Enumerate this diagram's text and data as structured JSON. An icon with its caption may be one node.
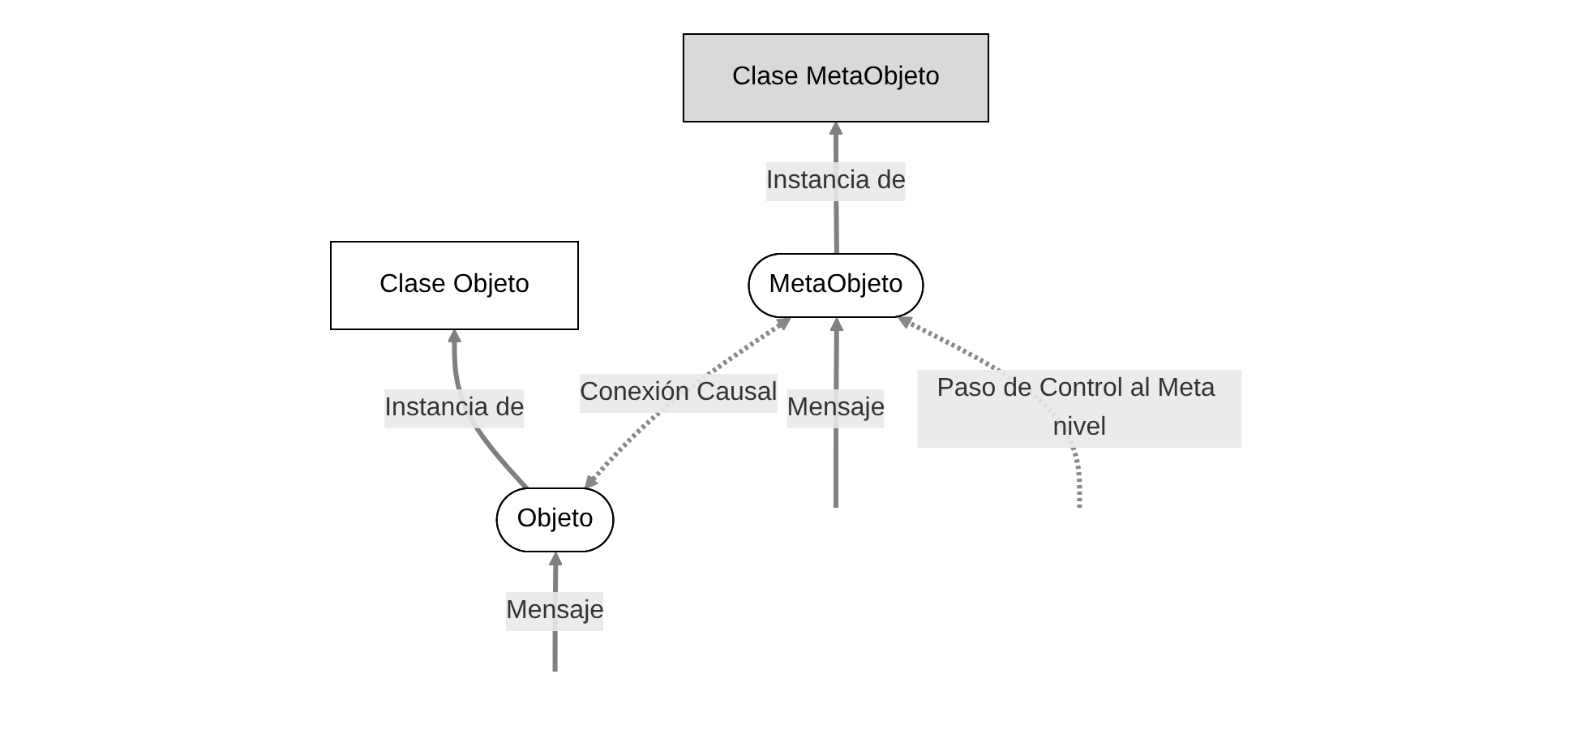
{
  "diagram": {
    "nodes": [
      {
        "text": [
          "Clase MetaObjeto"
        ]
      },
      {
        "text": [
          "Clase Objeto"
        ]
      },
      {
        "text": [
          "MetaObjeto"
        ]
      },
      {
        "text": [
          "Objeto"
        ]
      }
    ],
    "edges": [
      {
        "from": 2,
        "to": 0,
        "arrow": "to",
        "label": "Instancia de"
      },
      {
        "from": 3,
        "to": 1,
        "arrow": "to",
        "label": "Instancia de"
      },
      {
        "from": 3,
        "to": 2,
        "arrow": "both",
        "label": "Conexión Causal",
        "style": "dashed"
      },
      {
        "from": null,
        "to": 2,
        "arrow": "to",
        "label": "Mensaje"
      },
      {
        "from": null,
        "to": 2,
        "arrow": "to",
        "label": "Paso de Control al Meta nivel",
        "style": "dashed"
      },
      {
        "from": null,
        "to": 3,
        "arrow": "to",
        "label": "Mensaje"
      }
    ]
  }
}
